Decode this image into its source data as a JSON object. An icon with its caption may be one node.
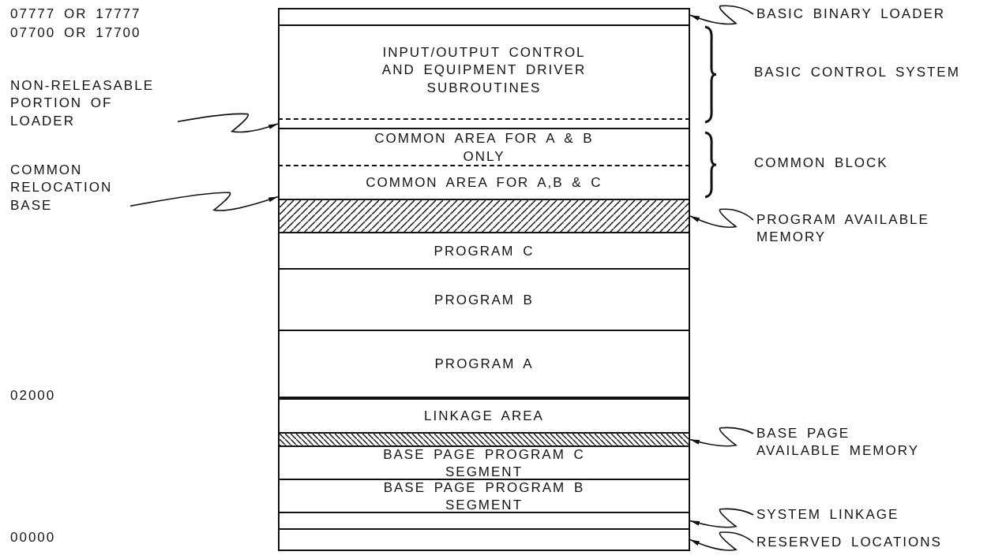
{
  "diagram": {
    "nodes": [
      {
        "text": [],
        "shape": "box"
      },
      {
        "text": [
          "INPUT/OUTPUT CONTROL AND EQUIPMENT DRIVER SUBROUTINES"
        ]
      },
      {
        "text": [],
        "shape": "box",
        "in": 1
      },
      {
        "text": [
          "COMMON AREA FOR A & B ONLY"
        ]
      },
      {
        "text": [
          "COMMON AREA FOR A,B & C"
        ]
      },
      {
        "text": [],
        "shape": "box"
      },
      {
        "text": [
          "PROGRAM C"
        ]
      },
      {
        "text": [
          "PROGRAM B"
        ]
      },
      {
        "text": [
          "PROGRAM A"
        ]
      },
      {
        "text": [
          "LINKAGE AREA"
        ]
      },
      {
        "text": [],
        "shape": "box"
      },
      {
        "text": [
          "BASE PAGE PROGRAM C SEGMENT"
        ]
      },
      {
        "text": [
          "BASE PAGE PROGRAM B SEGMENT"
        ]
      },
      {
        "text": [],
        "shape": "box"
      },
      {
        "text": [],
        "shape": "box"
      },
      {
        "text": [
          "BASIC BINARY LOADER"
        ]
      },
      {
        "text": [
          "NON-RELEASABLE PORTION OF LOADER"
        ]
      },
      {
        "text": [
          "COMMON RELOCATION BASE"
        ]
      },
      {
        "text": [
          "PROGRAM AVAILABLE MEMORY"
        ]
      },
      {
        "text": [
          "BASE PAGE AVAILABLE MEMORY"
        ]
      },
      {
        "text": [
          "SYSTEM LINKAGE"
        ]
      },
      {
        "text": [
          "RESERVED LOCATIONS"
        ]
      }
    ],
    "edges": [
      {
        "from": 15,
        "to": 0,
        "arrow": "to"
      },
      {
        "from": 16,
        "to": 2,
        "arrow": "to"
      },
      {
        "from": 17,
        "to": 4,
        "arrow": "to"
      },
      {
        "from": 18,
        "to": 5,
        "arrow": "to"
      },
      {
        "from": 19,
        "to": 10,
        "arrow": "to"
      },
      {
        "from": 20,
        "to": 13,
        "arrow": "to"
      },
      {
        "from": 21,
        "to": 14,
        "arrow": "to"
      }
    ],
    "labels": [
      "07777 OR 17777",
      "07700 OR 17700",
      "BASIC CONTROL SYSTEM",
      "COMMON BLOCK",
      "02000",
      "00000"
    ]
  }
}
